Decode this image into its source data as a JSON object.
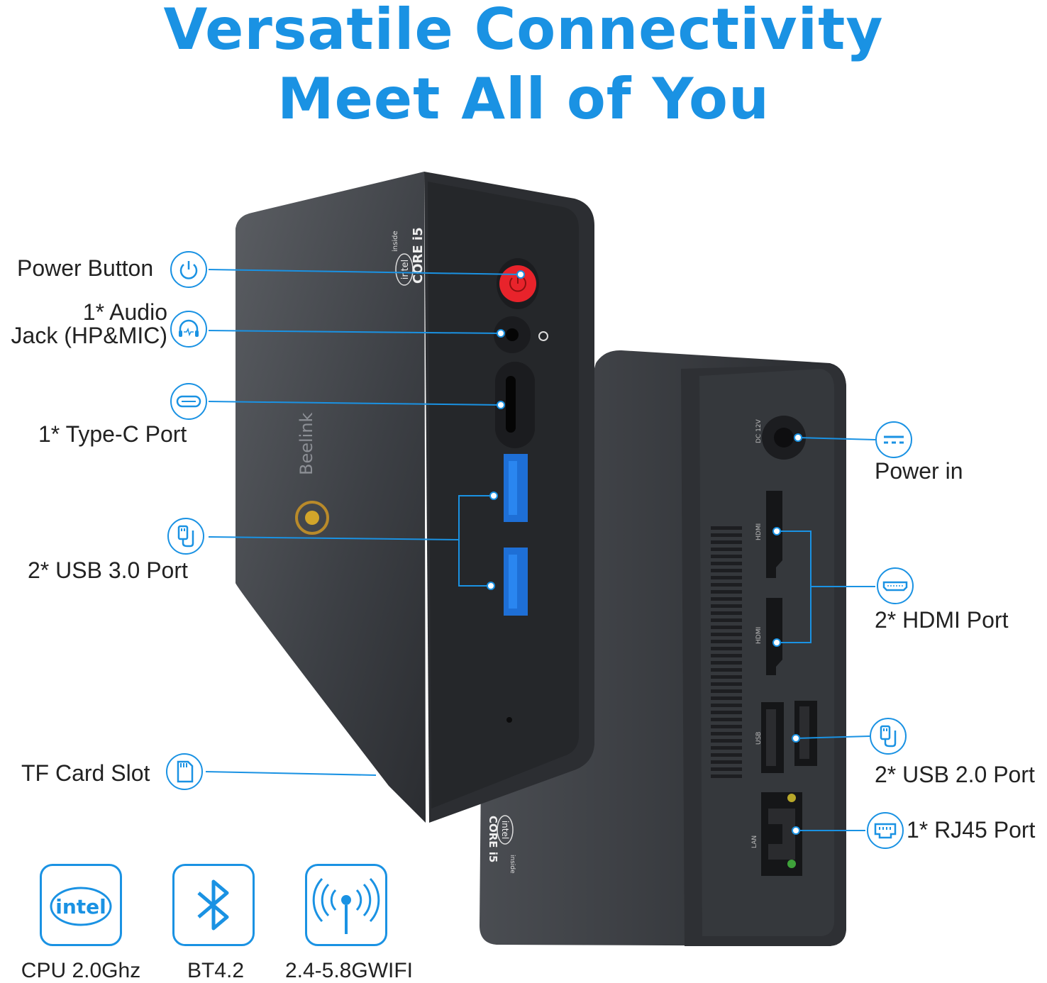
{
  "header": {
    "title_line1": "Versatile Connectivity",
    "title_line2": "Meet All of You"
  },
  "device_front": {
    "brand": "Beelink",
    "badge_intel": "intel",
    "badge_inside": "inside",
    "badge_core": "CORE i5"
  },
  "device_back": {
    "port_dc": "DC 12V",
    "port_hdmi_1": "HDMI",
    "port_hdmi_2": "HDMI",
    "port_usb": "USB",
    "port_lan": "LAN",
    "badge_intel": "intel",
    "badge_inside": "inside",
    "badge_core": "CORE i5"
  },
  "callouts": {
    "power_button": "Power Button",
    "audio_jack_line1": "1* Audio",
    "audio_jack_line2": "Jack (HP&MIC)",
    "type_c": "1* Type-C Port",
    "usb3": "2* USB 3.0 Port",
    "tf_card": "TF Card Slot",
    "power_in": "Power in",
    "hdmi": "2* HDMI Port",
    "usb2": "2* USB 2.0 Port",
    "rj45": "1* RJ45 Port"
  },
  "icons": {
    "power_button": "power-icon",
    "audio_jack": "headset-icon",
    "type_c": "type-c-icon",
    "usb3": "usb-plug-icon",
    "tf_card": "sd-card-icon",
    "power_in": "dc-power-icon",
    "hdmi": "hdmi-icon",
    "usb2": "usb-plug-icon",
    "rj45": "ethernet-icon"
  },
  "specs": [
    {
      "label": "CPU 2.0Ghz",
      "icon": "intel-logo-icon",
      "icon_text": "intel"
    },
    {
      "label": "BT4.2",
      "icon": "bluetooth-icon"
    },
    {
      "label": "2.4-5.8GWIFI",
      "icon": "wifi-antenna-icon"
    }
  ],
  "colors": {
    "accent": "#1a92e3",
    "device_body": "#3a3c40",
    "power_button": "#e8232b",
    "usb3_blue": "#1e6fd6"
  }
}
